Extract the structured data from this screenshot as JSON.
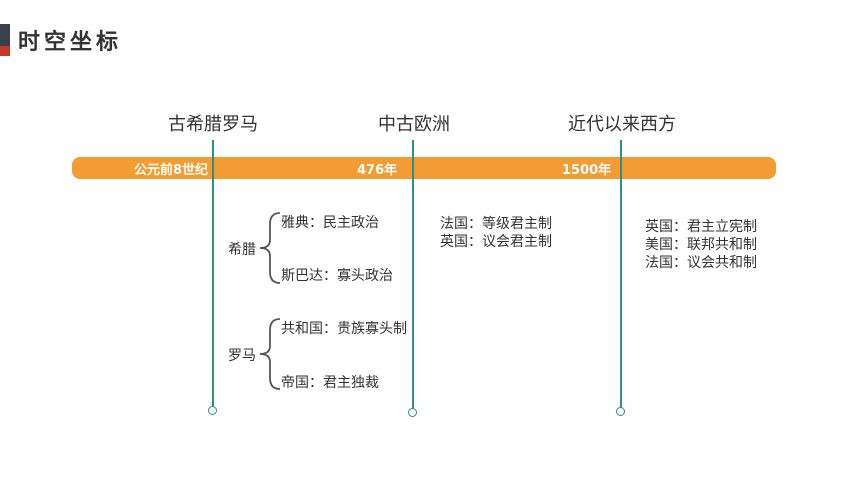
{
  "header": {
    "title": "时空坐标"
  },
  "eras": [
    {
      "label": "古希腊罗马"
    },
    {
      "label": "中古欧洲"
    },
    {
      "label": "近代以来西方"
    }
  ],
  "timeline": {
    "ticks": [
      {
        "label": "公元前8世纪"
      },
      {
        "label": "476年"
      },
      {
        "label": "1500年"
      }
    ]
  },
  "ancient": {
    "greece": {
      "label": "希腊",
      "items": [
        "雅典：民主政治",
        "斯巴达：寡头政治"
      ]
    },
    "rome": {
      "label": "罗马",
      "items": [
        "共和国：贵族寡头制",
        "帝国：君主独裁"
      ]
    }
  },
  "medieval": {
    "items": [
      "法国：等级君主制",
      "英国：议会君主制"
    ]
  },
  "modern": {
    "items": [
      "英国：君主立宪制",
      "美国：联邦共和制",
      "法国：议会共和制"
    ]
  },
  "colors": {
    "accent": "#f39c34",
    "line": "#2f8f83",
    "title_red": "#c0392b",
    "title_dark": "#3b3f4a"
  }
}
